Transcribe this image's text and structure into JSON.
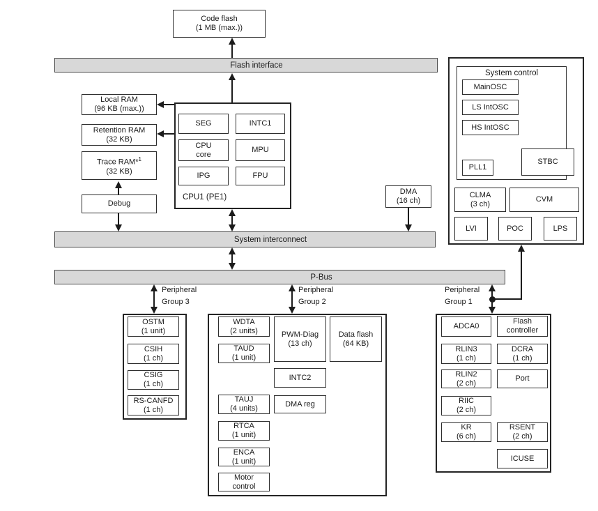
{
  "colors": {
    "background": "#ffffff",
    "bus_fill": "#d8d8d8",
    "line": "#1c1c1c",
    "text": "#1a1a1a"
  },
  "buses": {
    "flash_interface": "Flash interface",
    "system_interconnect": "System interconnect",
    "p_bus": "P-Bus"
  },
  "memory": {
    "code_flash": {
      "l1": "Code flash",
      "l2": "(1 MB (max.))"
    },
    "local_ram": {
      "l1": "Local RAM",
      "l2": "(96 KB (max.))"
    },
    "retention_ram": {
      "l1": "Retention RAM",
      "l2": "(32 KB)"
    },
    "trace_ram": {
      "l1": "Trace RAM*",
      "sup": "1",
      "l2": "(32 KB)"
    },
    "debug": {
      "l1": "Debug"
    },
    "dma": {
      "l1": "DMA",
      "l2": "(16 ch)"
    }
  },
  "cpu": {
    "label": "CPU1 (PE1)",
    "seg": "SEG",
    "intc1": "INTC1",
    "core": {
      "l1": "CPU",
      "l2": "core"
    },
    "mpu": "MPU",
    "ipg": "IPG",
    "fpu": "FPU"
  },
  "system_control": {
    "title": "System control",
    "mainosc": "MainOSC",
    "ls_intosc": "LS IntOSC",
    "hs_intosc": "HS IntOSC",
    "pll1": "PLL1",
    "stbc": "STBC",
    "clma": {
      "l1": "CLMA",
      "l2": "(3 ch)"
    },
    "cvm": "CVM",
    "lvi": "LVI",
    "poc": "POC",
    "lps": "LPS"
  },
  "group3": {
    "label_l1": "Peripheral",
    "label_l2": "Group 3",
    "items": [
      {
        "l1": "OSTM",
        "l2": "(1 unit)"
      },
      {
        "l1": "CSIH",
        "l2": "(1 ch)"
      },
      {
        "l1": "CSIG",
        "l2": "(1 ch)"
      },
      {
        "l1": "RS-CANFD",
        "l2": "(1 ch)"
      }
    ]
  },
  "group2": {
    "label_l1": "Peripheral",
    "label_l2": "Group 2",
    "items": [
      {
        "l1": "WDTA",
        "l2": "(2 units)"
      },
      {
        "l1": "TAUD",
        "l2": "(1 unit)"
      },
      {
        "l1": "PWM-Diag",
        "l2": "(13 ch)"
      },
      {
        "l1": "Data flash",
        "l2": "(64 KB)"
      },
      {
        "l1": "INTC2"
      },
      {
        "l1": "TAUJ",
        "l2": "(4 units)"
      },
      {
        "l1": "DMA reg"
      },
      {
        "l1": "RTCA",
        "l2": "(1 unit)"
      },
      {
        "l1": "ENCA",
        "l2": "(1 unit)"
      },
      {
        "l1": "Motor",
        "l2": "control"
      }
    ]
  },
  "group1": {
    "label_l1": "Peripheral",
    "label_l2": "Group 1",
    "items": [
      {
        "l1": "ADCA0"
      },
      {
        "l1": "Flash",
        "l2": "controller"
      },
      {
        "l1": "RLIN3",
        "l2": "(1 ch)"
      },
      {
        "l1": "DCRA",
        "l2": "(1 ch)"
      },
      {
        "l1": "RLIN2",
        "l2": "(2 ch)"
      },
      {
        "l1": "Port"
      },
      {
        "l1": "RIIC",
        "l2": "(2 ch)"
      },
      {
        "l1": "KR",
        "l2": "(6 ch)"
      },
      {
        "l1": "RSENT",
        "l2": "(2 ch)"
      },
      {
        "l1": "ICUSE"
      }
    ]
  }
}
